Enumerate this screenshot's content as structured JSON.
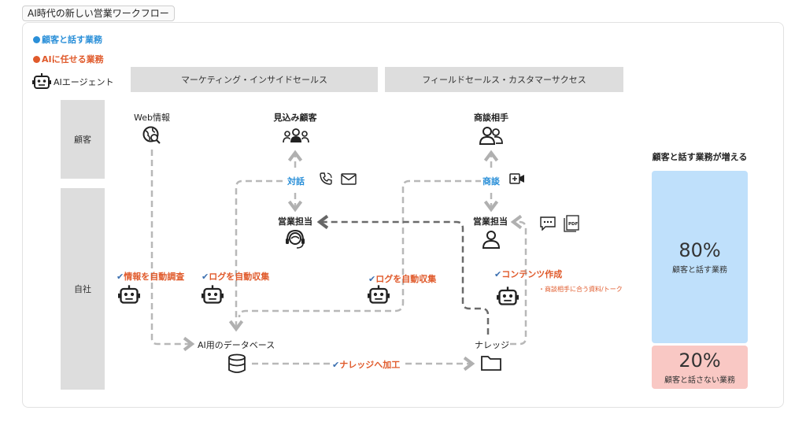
{
  "page": {
    "title": "AI時代の新しい営業ワークフロー"
  },
  "legend": {
    "talk": {
      "text": "顧客と話す業務",
      "color": "#2a8fd8"
    },
    "ai": {
      "text": "AIに任せる業務",
      "color": "#e05a2b"
    },
    "agent": {
      "text": "AIエージェント",
      "icon": "robot-icon"
    }
  },
  "bands": {
    "marketing": "マーケティング・インサイドセールス",
    "field": "フィールドセールス・カスタマーサクセス"
  },
  "rows": {
    "customer": "顧客",
    "company": "自社"
  },
  "nodes": {
    "web": {
      "label": "Web情報",
      "icon": "web-search-icon"
    },
    "prospect": {
      "label": "見込み顧客",
      "icon": "group-icon"
    },
    "partner": {
      "label": "商談相手",
      "icon": "people-icon"
    },
    "rep_marketing": {
      "label": "営業担当",
      "icon": "headset-icon"
    },
    "rep_field": {
      "label": "営業担当",
      "icon": "user-icon"
    },
    "database": {
      "label": "AI用のデータベース",
      "icon": "database-icon"
    },
    "knowledge": {
      "label": "ナレッジ",
      "icon": "folder-icon"
    }
  },
  "channels": {
    "talk": {
      "label": "対話",
      "icons": [
        "phone-icon",
        "mail-icon"
      ]
    },
    "meeting": {
      "label": "商談",
      "icons": [
        "video-call-icon"
      ]
    },
    "materials_icons": [
      "chat-icon",
      "pdf-icon"
    ]
  },
  "ai_tasks": {
    "research": "情報を自動調査",
    "log1": "ログを自動収集",
    "log2": "ログを自動収集",
    "content": "コンテンツ作成",
    "content_note": "・商談相手に合う資料/トーク",
    "knowledge": "ナレッジへ加工",
    "check": "✔"
  },
  "stack": {
    "title": "顧客と話す業務が増える",
    "top": {
      "percent": "80%",
      "label": "顧客と話す業務",
      "value": 80,
      "color": "#bfe0fb"
    },
    "bottom": {
      "percent": "20%",
      "label": "顧客と話さない業務",
      "value": 20,
      "color": "#f9c8c4"
    }
  }
}
